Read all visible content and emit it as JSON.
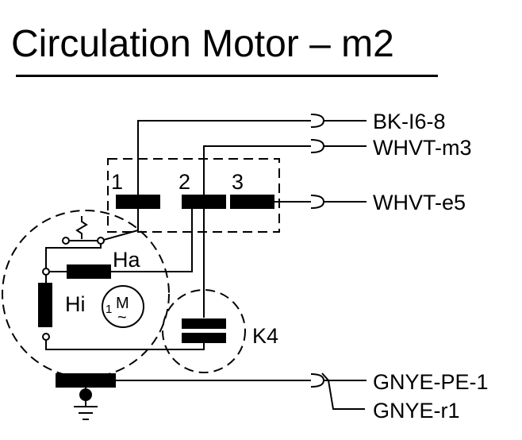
{
  "title": "Circulation Motor – m2",
  "connector": {
    "terminal_1": "1",
    "terminal_2": "2",
    "terminal_3": "3"
  },
  "motor": {
    "ha_label": "Ha",
    "hi_label": "Hi",
    "symbol_phase": "1",
    "symbol_letter": "M",
    "symbol_ac": "~"
  },
  "capacitor": {
    "label": "K4"
  },
  "wires": {
    "bk": "BK-I6-8",
    "whvt_m3": "WHVT-m3",
    "whvt_e5": "WHVT-e5",
    "gnye_pe": "GNYE-PE-1",
    "gnye_r1": "GNYE-r1"
  },
  "icons": [
    "plug-connector-icon",
    "ground-icon",
    "thermal-switch-icon",
    "motor-symbol-icon"
  ]
}
